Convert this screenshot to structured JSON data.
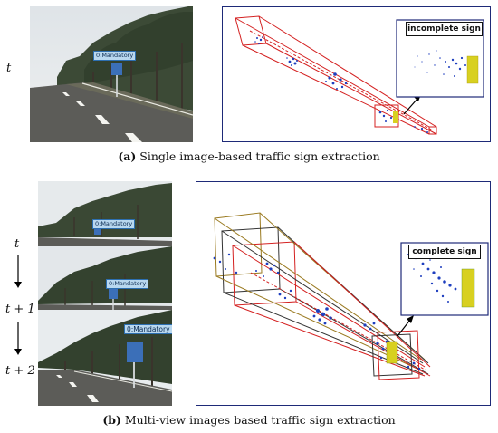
{
  "figure": {
    "part_a": {
      "time_label": "t",
      "detection_label": "0:Mandatory",
      "inset_title": "incomplete sign",
      "caption_letter": "(a)",
      "caption_text": " Single image-based traffic sign extraction"
    },
    "part_b": {
      "time_labels": [
        "t",
        "t + 1",
        "t + 2"
      ],
      "detection_labels": [
        "0:Mandatory",
        "0:Mandatory",
        "0:Mandatory"
      ],
      "inset_title": "complete sign",
      "caption_letter": "(b)",
      "caption_text": " Multi-view images based traffic sign extraction"
    }
  },
  "colors": {
    "frame_border": "#1e2a78",
    "frustum_red": "#d42020",
    "frustum_dark": "#333333",
    "frustum_olive": "#9a7a20",
    "points_blue": "#1f3fbf",
    "sign_yellow": "#d8d020"
  }
}
